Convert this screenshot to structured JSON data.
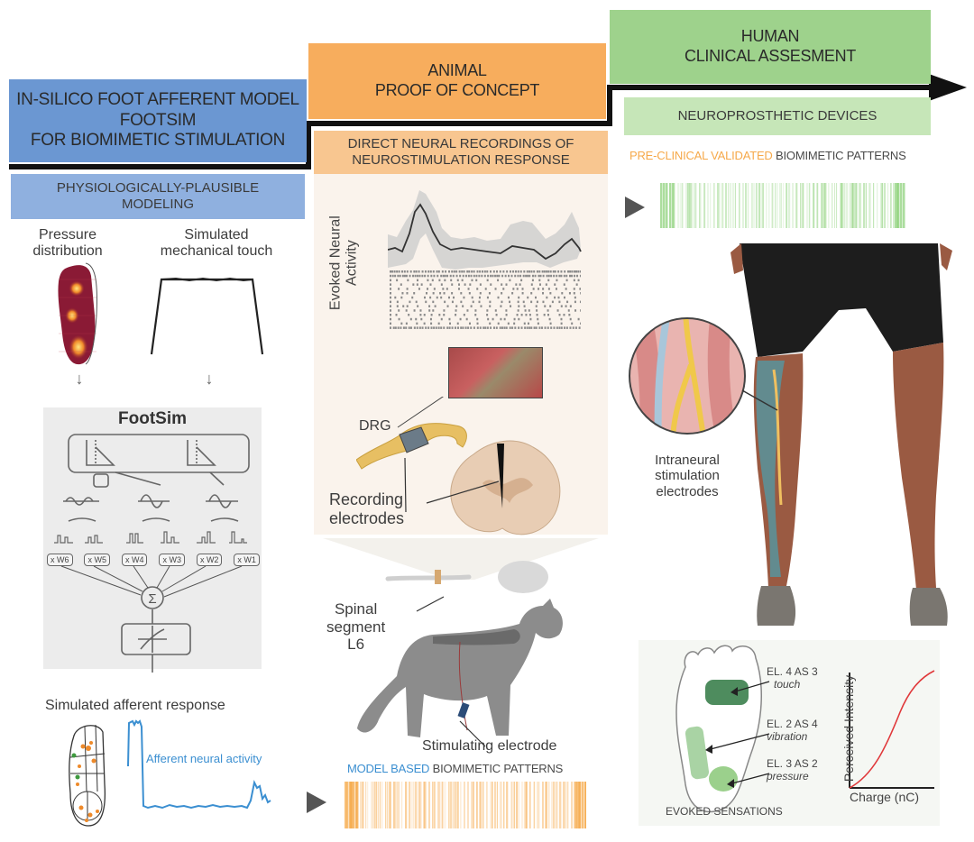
{
  "stages": {
    "insilico": {
      "title_lines": [
        "IN-SILICO FOOT AFFERENT MODEL",
        "FOOTSIM",
        "FOR BIOMIMETIC STIMULATION"
      ],
      "subtitle_lines": [
        "PHYSIOLOGICALLY-PLAUSIBLE",
        "MODELING"
      ],
      "color": "#6b97d2"
    },
    "animal": {
      "title_lines": [
        "ANIMAL",
        "PROOF OF CONCEPT"
      ],
      "subtitle_lines": [
        "DIRECT NEURAL RECORDINGS OF",
        "NEUROSTIMULATION RESPONSE"
      ],
      "color": "#f7ad5d"
    },
    "human": {
      "title_lines": [
        "HUMAN",
        "CLINICAL ASSESMENT"
      ],
      "subtitle": "NEUROPROSTHETIC DEVICES",
      "color": "#9ed28c"
    }
  },
  "insilico_panel": {
    "pressure_label_lines": [
      "Pressure",
      "distribution"
    ],
    "touch_label_lines": [
      "Simulated",
      "mechanical touch"
    ],
    "footsim_title": "FootSim",
    "weights": [
      "x W6",
      "x W5",
      "x W4",
      "x W3",
      "x W2",
      "x W1"
    ],
    "sum_symbol": "Σ",
    "response_label": "Simulated  afferent response",
    "activity_label": "Afferent neural activity"
  },
  "animal_panel": {
    "evoked_label_lines": [
      "Evoked Neural",
      "Activity"
    ],
    "drg_label": "DRG",
    "recording_label_lines": [
      "Recording",
      "electrodes"
    ],
    "spinal_label_lines": [
      "Spinal",
      "segment",
      "L6"
    ],
    "stimulating_label": "Stimulating electrode",
    "patterns_highlight": "MODEL BASED",
    "patterns_rest": " BIOMIMETIC PATTERNS"
  },
  "human_panel": {
    "patterns_highlight": "PRE-CLINICAL VALIDATED",
    "patterns_rest": " BIOMIMETIC PATTERNS",
    "electrodes_label_lines": [
      "Intraneural",
      "stimulation",
      "electrodes"
    ],
    "sensations": [
      {
        "electrode": "EL. 4 AS 3",
        "type": "touch"
      },
      {
        "electrode": "EL. 2 AS 4",
        "type": "vibration"
      },
      {
        "electrode": "EL. 3 AS 2",
        "type": "pressure"
      }
    ],
    "sensations_caption": "EVOKED SENSATIONS",
    "chart_ylabel": "Perceived Intensity",
    "chart_xlabel": "Charge (nC)"
  },
  "colors": {
    "pattern_orange": "#f6a94a",
    "pattern_green": "#8fd27c",
    "activity_blue": "#3b8fd1",
    "curve_red": "#e0383a"
  }
}
